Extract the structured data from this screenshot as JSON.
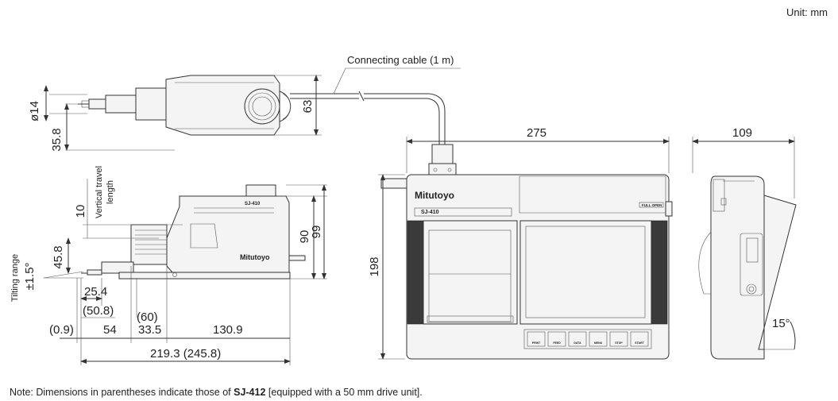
{
  "unit_label": "Unit: mm",
  "cable_label": "Connecting cable (1 m)",
  "note": {
    "prefix": "Note: Dimensions in parentheses indicate those of ",
    "model": "SJ-412",
    "suffix": " [equipped with a 50 mm drive unit]."
  },
  "brand": "Mitutoyo",
  "model_label": "SJ-410",
  "vertical_travel_label": [
    "Vertical travel",
    "length"
  ],
  "tilting_label": "Tilting range",
  "buttons": [
    "PRINT",
    "FEED",
    "DATA",
    "MENU",
    "STOP",
    "START"
  ],
  "full_open_label": "FULL OPEN",
  "dimensions": {
    "dia14": "ø14",
    "d35_8": "35.8",
    "d63": "63",
    "d275": "275",
    "d109": "109",
    "d10": "10",
    "d90": "90",
    "d99": "99",
    "d45_8": "45.8",
    "tilt": "±1.5°",
    "d198": "198",
    "d25_4": "25.4",
    "d50_8": "(50.8)",
    "d60": "(60)",
    "d0_9": "(0.9)",
    "d54": "54",
    "d33_5": "33.5",
    "d130_9": "130.9",
    "d219_3": "219.3 (245.8)",
    "d15": "15°"
  }
}
